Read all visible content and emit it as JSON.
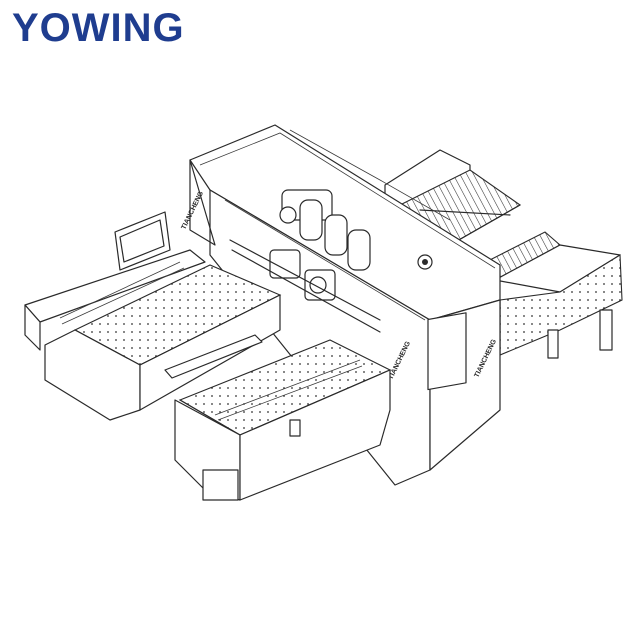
{
  "brand": {
    "name": "YOWING",
    "color": "#1f3d8f"
  },
  "drawing": {
    "subject": "panel-processing-machine-line-drawing",
    "machine_labels": [
      "TIANCHENG",
      "TIANCHENG",
      "TIANCHENG"
    ]
  }
}
